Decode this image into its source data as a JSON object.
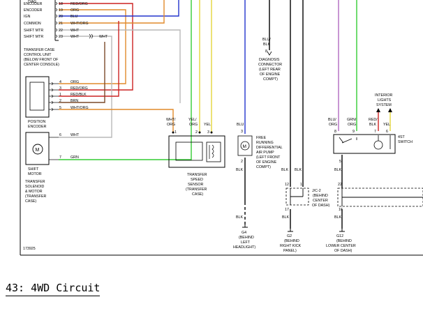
{
  "caption": "43: 4WD Circuit",
  "figure_id": "173925",
  "colors": {
    "red": "#cc2222",
    "orange": "#e08a2a",
    "yellow": "#e3d63a",
    "blue": "#2233cc",
    "green": "#33cc33",
    "gray": "#b8b8b8",
    "brown": "#7a4a2a",
    "violet": "#b06ac0"
  },
  "tcu": {
    "pins_top": [
      "ENCODER",
      "ENCODER",
      "IGN",
      "COMMON",
      "SHIFT MTR",
      "SHIFT MTR"
    ],
    "partial_top": "DIAG",
    "pin_numbers": [
      "18",
      "19",
      "20",
      "21",
      "22",
      "23"
    ],
    "wire_labels": [
      "RED/ORG",
      "ORG",
      "BLU",
      "WHT/ORG",
      "WHT",
      "WHT"
    ],
    "splice_label": "WHT",
    "name": [
      "TRANSFER CASE",
      "CONTROL UNIT",
      "(BELOW FRONT OF",
      "CENTER CONSOLE)"
    ]
  },
  "encoder": {
    "pin_numbers": [
      "4",
      "3",
      "1",
      "2",
      "5"
    ],
    "wire_labels": [
      "ORG",
      "RED/ORG",
      "RED/BLK",
      "BRN",
      "WHT/ORG"
    ],
    "name": [
      "POSITION",
      "ENCODER"
    ]
  },
  "motor": {
    "pin_numbers": [
      "6",
      "7"
    ],
    "wire_labels": [
      "WHT",
      "GRN"
    ],
    "name": [
      "SHIFT",
      "MOTOR"
    ],
    "assembly": [
      "TRANSFER",
      "SOLENOID",
      "& MOTOR",
      "(TRANSFER",
      "CASE)"
    ]
  },
  "speed_sensor": {
    "wire_labels": [
      "WHT/\nORG",
      "YEL/\nORG",
      "YEL"
    ],
    "pins": [
      "1",
      "2",
      "3"
    ],
    "name": [
      "TRANSFER",
      "SPEED",
      "SENSOR",
      "(TRANSFER",
      "CASE)"
    ]
  },
  "diag_connector": {
    "wire_label": [
      "BLU/",
      "BLK"
    ],
    "pin": "8",
    "name": [
      "DIAGNOSIS",
      "CONNECTOR",
      "(LEFT REAR",
      "OF ENGINE",
      "COMPT)"
    ]
  },
  "pump": {
    "wire_top": "BLU",
    "pin_top": "3",
    "pin_bottom": "2",
    "wire_bottom": "BLK",
    "wire_ground": "BLK",
    "name": [
      "FREE",
      "RUNNING",
      "DIFFERENTIAL",
      "AIR PUMP",
      "(LEFT FRONT",
      "OF ENGINE",
      "COMPT)"
    ]
  },
  "ground_g4": {
    "id": "G4",
    "name": [
      "(BEHIND",
      "LEFT",
      "HEADLIGHT)"
    ]
  },
  "jc2": {
    "wires_top": [
      "BLK",
      "BLK"
    ],
    "pins_top": [
      "12",
      "1"
    ],
    "pin_bottom": "17",
    "wire_bottom": "BLK",
    "name": [
      "J/C-2",
      "(BEHIND",
      "CENTER",
      "OF DASH)"
    ]
  },
  "ground_g2": {
    "id": "G2",
    "name": [
      "(BEHIND",
      "RIGHT KICK",
      "PANEL)"
    ]
  },
  "switch_box": {
    "wire_labels": [
      "BLU/\nORG",
      "GRN/\nORG",
      "RED/\nBLK",
      "YEL"
    ],
    "pins_top": [
      "8",
      "9",
      "7",
      "6"
    ],
    "pin_bottom": "5",
    "wire_bottom": "BLK",
    "lights": [
      "INTERIOR",
      "LIGHTS",
      "SYSTEM"
    ],
    "name": [
      "4ST",
      "SWITCH"
    ]
  },
  "jc3": {
    "wire_top": "BLK",
    "pin_top": "22",
    "pin_bottom": "16",
    "wire_bottom": "BLK"
  },
  "ground_g12": {
    "id": "G12",
    "name": [
      "(BEHIND",
      "LOWER CENTER",
      "OF DASH)"
    ]
  }
}
